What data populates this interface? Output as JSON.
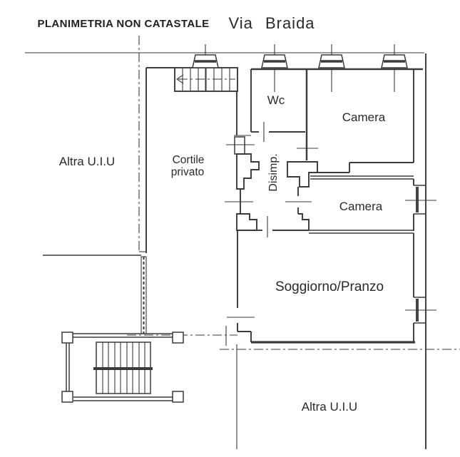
{
  "header": {
    "disclaimer": "PLANIMETRIA NON CATASTALE",
    "street": "Via Braida"
  },
  "areas": {
    "other_unit_left": "Altra U.I.U",
    "other_unit_bottom": "Altra U.I.U"
  },
  "rooms": {
    "courtyard_line1": "Cortile",
    "courtyard_line2": "privato",
    "wc": "Wc",
    "bedroom_top": "Camera",
    "bedroom_mid": "Camera",
    "hallway": "Disimp.",
    "living_dining": "Soggiorno/Pranzo"
  },
  "colors": {
    "line": "#3a3a3a",
    "text": "#1f1f1f",
    "background": "#ffffff"
  }
}
